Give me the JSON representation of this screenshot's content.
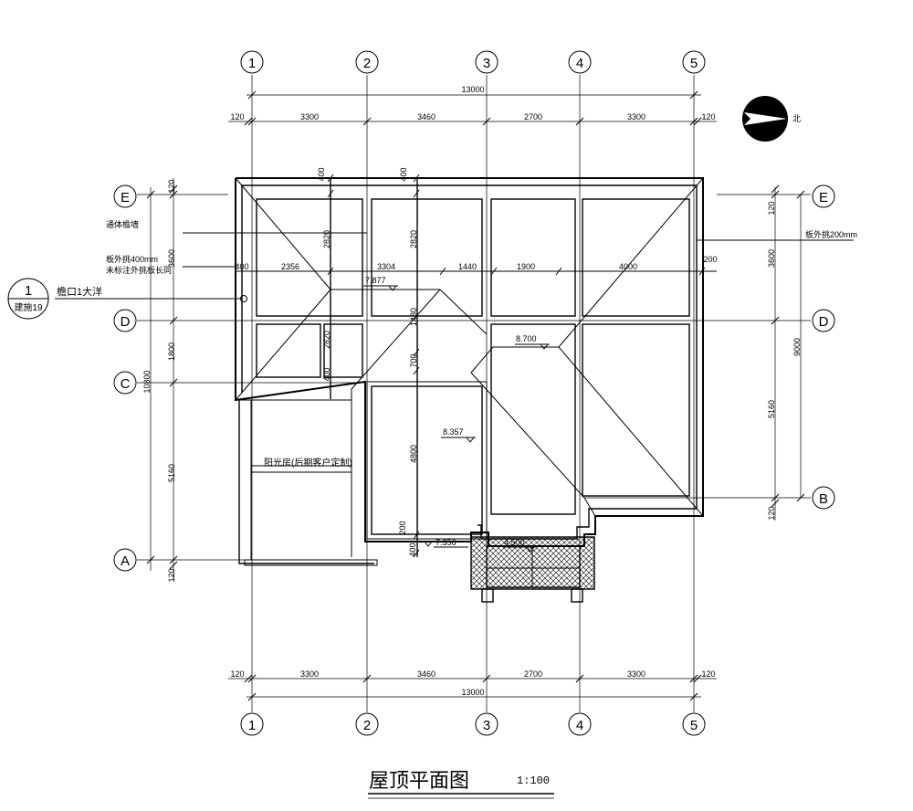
{
  "title": "屋顶平面图",
  "scale": "1:100",
  "north_label": "北",
  "axes": {
    "columns": [
      "1",
      "2",
      "3",
      "4",
      "5"
    ],
    "rows": [
      "E",
      "D",
      "C",
      "B",
      "A"
    ]
  },
  "dims": {
    "total": "13000",
    "top_segments": [
      "120",
      "3300",
      "3460",
      "2700",
      "3300",
      "120"
    ],
    "bottom_segments": [
      "120",
      "3300",
      "3460",
      "2700",
      "3300",
      "120"
    ],
    "left": [
      "120",
      "3600",
      "1800",
      "5160",
      "120",
      "10800"
    ],
    "right": [
      "120",
      "3600",
      "9000",
      "5160",
      "120"
    ],
    "inner_row": [
      "400",
      "2356",
      "3304",
      "1440",
      "1900",
      "4000",
      "200"
    ],
    "vertical_labels": [
      "2820",
      "2820",
      "2820",
      "400",
      "400",
      "1480",
      "700",
      "4800",
      "200",
      "400",
      "400"
    ]
  },
  "elevations": [
    "7.877",
    "8.700",
    "8.357",
    "7.356",
    "4.500"
  ],
  "notes": {
    "parapet": "通体檐墙",
    "overhang_left_1": "板外挑400mm",
    "overhang_left_2": "未标注外挑板长同",
    "overhang_right": "板外挑200mm",
    "eave_label": "檐口1大洋",
    "sunroom": "阳光房(后期客户定制)"
  },
  "detail_callout": {
    "number": "1",
    "sheet": "建施19"
  }
}
